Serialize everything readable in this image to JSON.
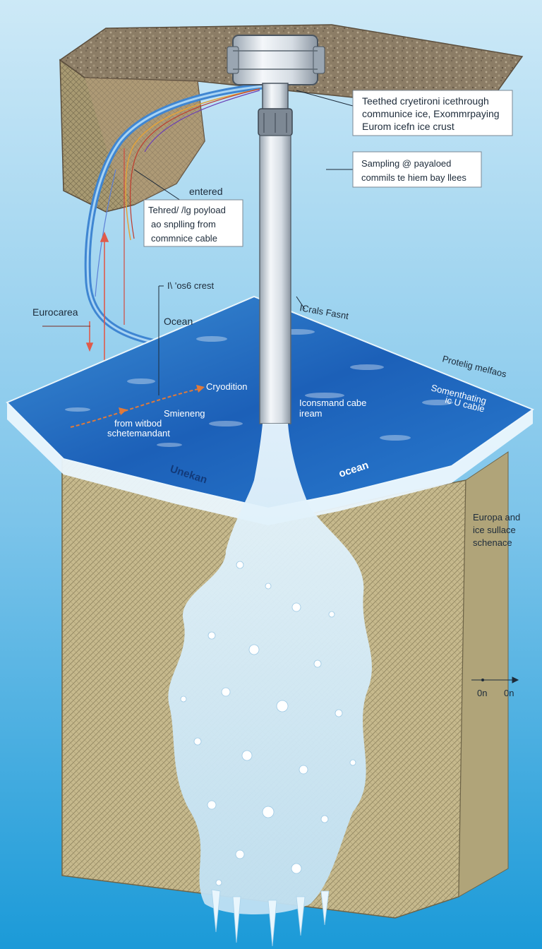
{
  "labels": {
    "callout_top_1": "Teethed cryetironi icethrough",
    "callout_top_2": "communice ice, Exommrpaying",
    "callout_top_3": "Eurom icefn ice crust",
    "callout_sampling_1": "Sampling @ payaloed",
    "callout_sampling_2": "commils te hiem bay llees",
    "entered": "entered",
    "callout_tethered_1": "Tehred/ /lg poyload",
    "callout_tethered_2": "ao snplling from",
    "callout_tethered_3": "commnice cable",
    "ice_crest": "I\\ 'os6 crest",
    "eurocarea": "Eurocarea",
    "ocean_upper": "Ocean",
    "icrals_fasnt": "ICrals Fasnt",
    "protelig": "Protelig melfaos",
    "cryodition": "Cryodition",
    "smieneng": "Smieneng",
    "from_witbod": "from witbod",
    "schetemandant": "schetemandant",
    "iconsmand_1": "Iconsmand cabe",
    "iconsmand_2": "iream",
    "somenthating_1": "Somenthating",
    "somenthating_2": "ic U cable",
    "unekan": "Unekan",
    "ocean_lower": "ocean",
    "europa_1": "Europa and",
    "europa_2": "ice sullace",
    "europa_3": "schenace",
    "scale_left": "0n",
    "scale_right": "0n"
  },
  "colors": {
    "sky_top": "#bfe4f6",
    "sky_bottom": "#1d9bd9",
    "rock_top": "#8a7a62",
    "ice_block": "#bfb184",
    "ocean": "#1f6ec4",
    "probe": "#d8dee4",
    "arrow_red": "#e05a4a"
  }
}
